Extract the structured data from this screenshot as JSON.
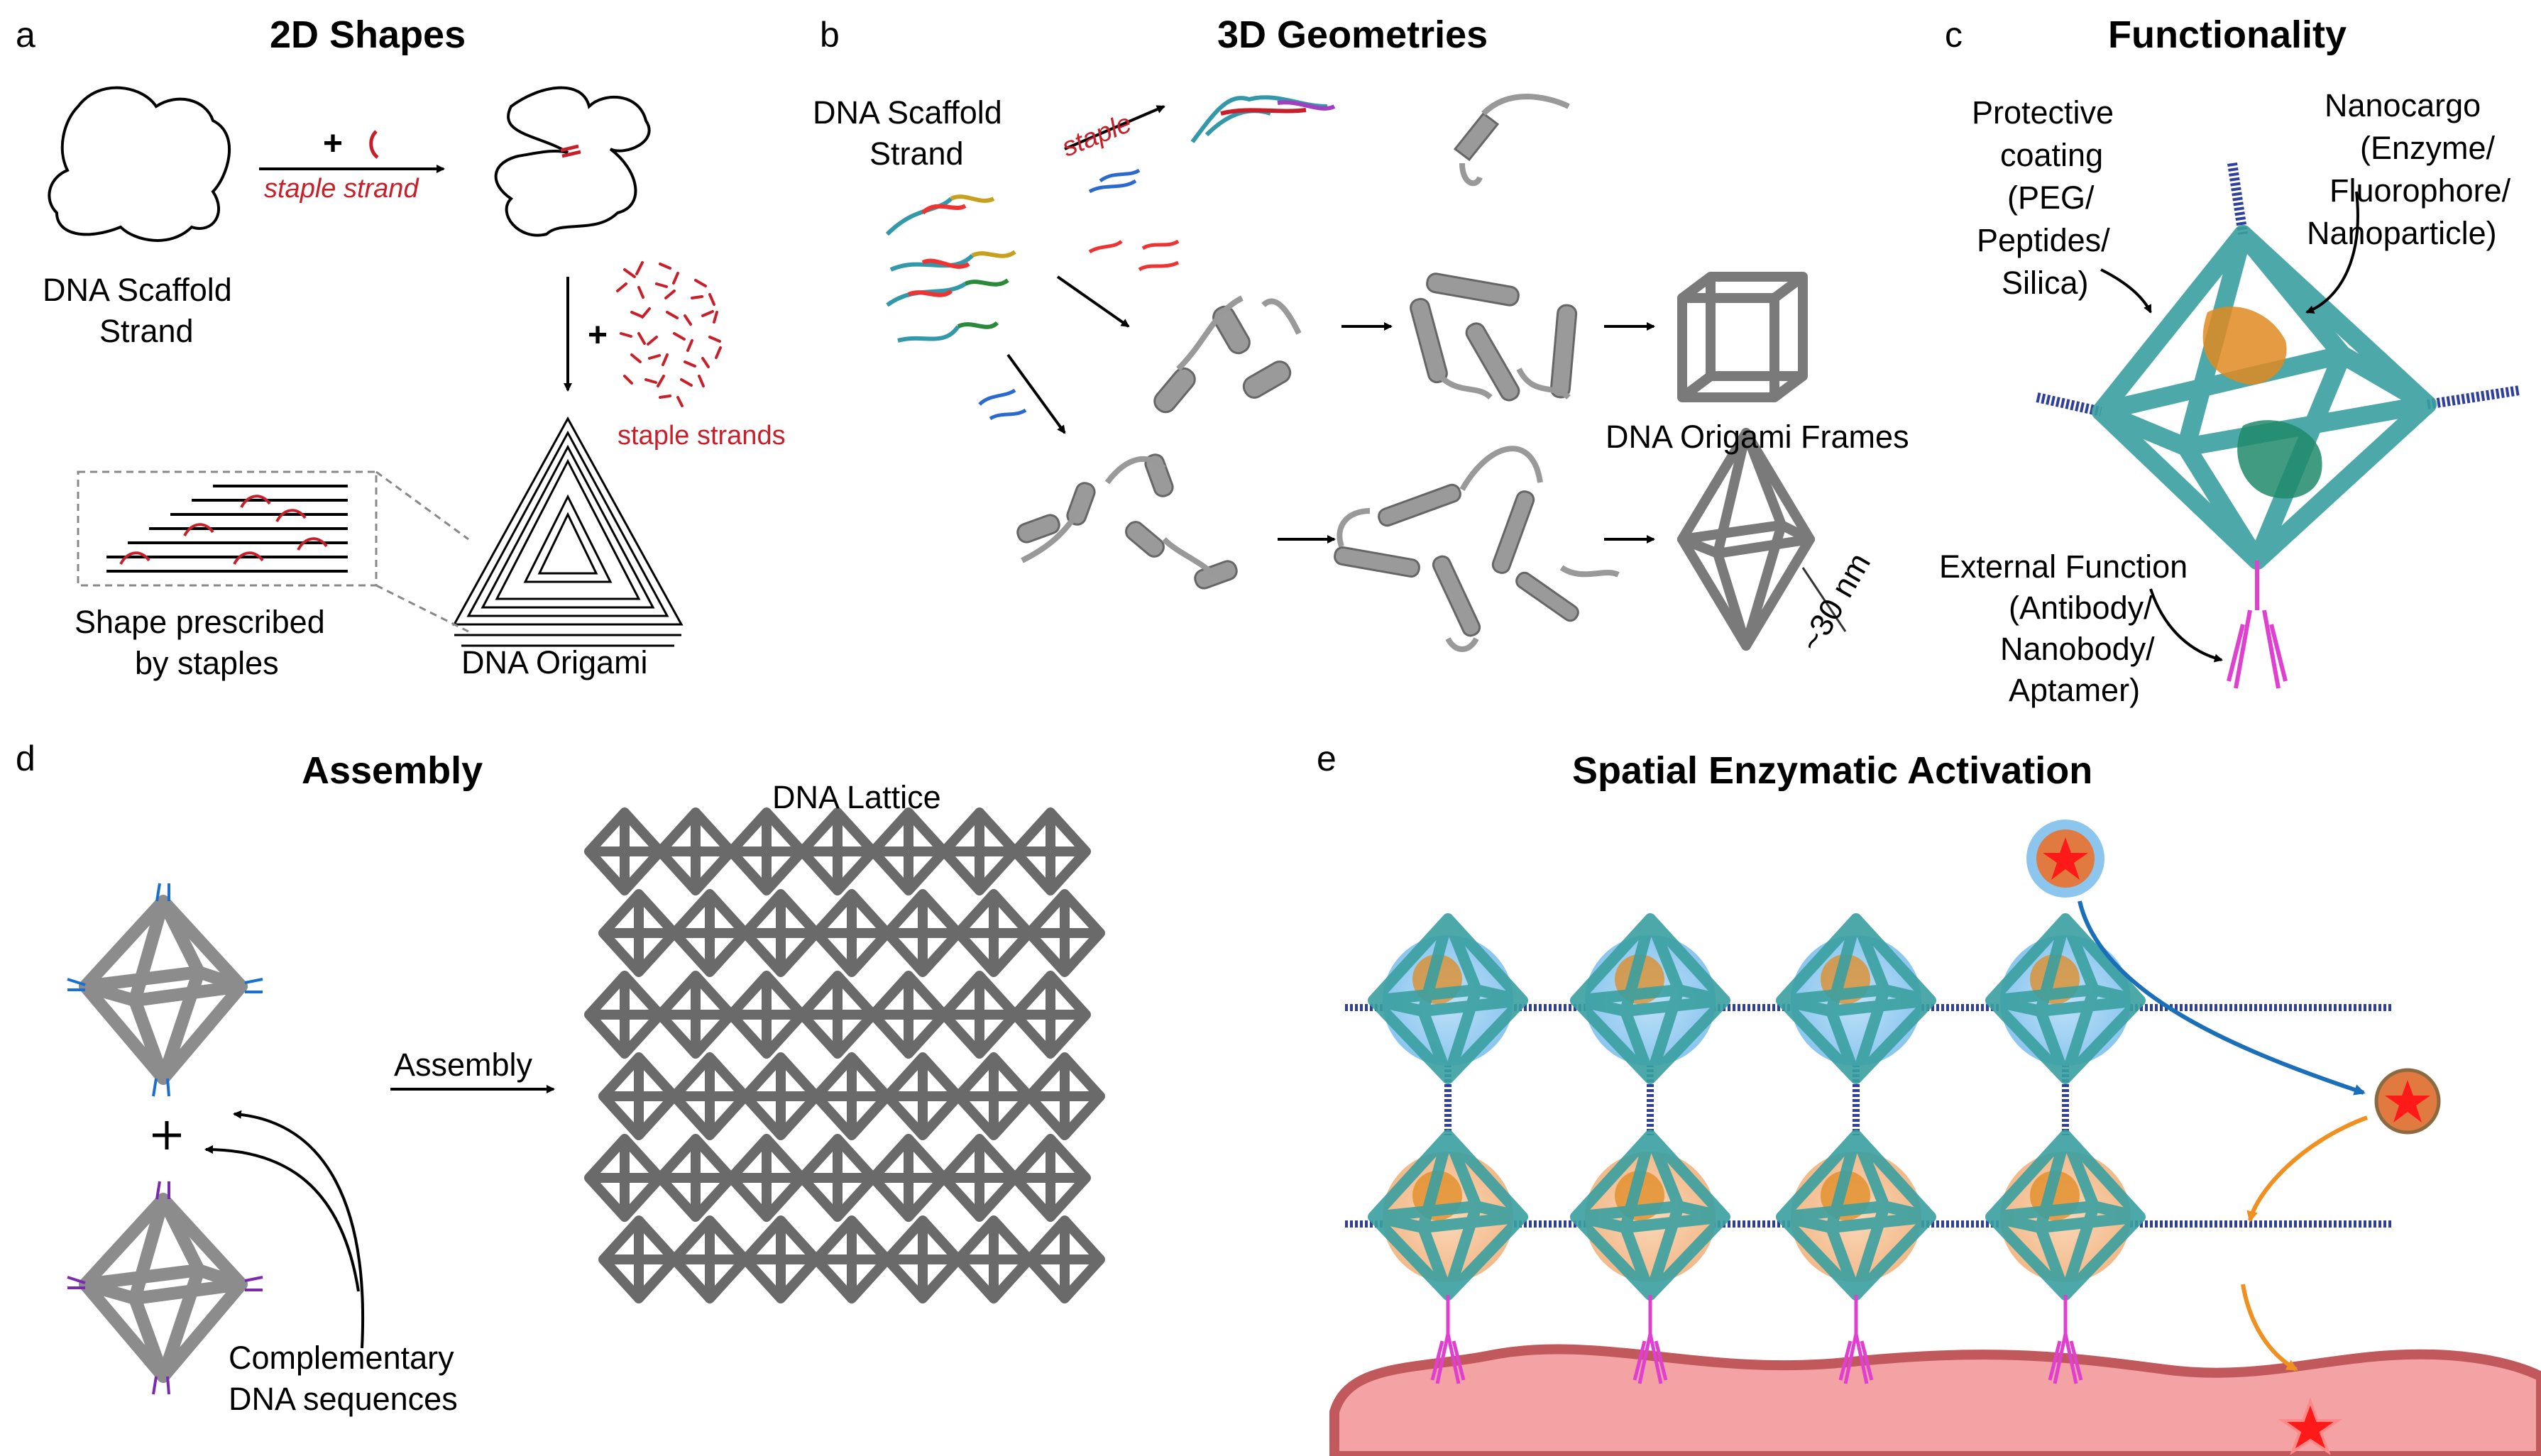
{
  "panels": {
    "a": {
      "letter": "a",
      "title": "2D Shapes",
      "scaffold_label_1": "DNA Scaffold",
      "scaffold_label_2": "Strand",
      "plus_1": "+",
      "staple_strand": "staple strand",
      "plus_2": "+",
      "staple_strands": "staple strands",
      "shape_label_1": "Shape prescribed",
      "shape_label_2": "by staples",
      "origami_label": "DNA Origami"
    },
    "b": {
      "letter": "b",
      "title": "3D Geometries",
      "scaffold_label_1": "DNA Scaffold",
      "scaffold_label_2": "Strand",
      "staple": "staple",
      "frames_label": "DNA Origami Frames",
      "size_label": "~30 nm"
    },
    "c": {
      "letter": "c",
      "title": "Functionality",
      "coating_lines": [
        "Protective",
        "coating",
        "(PEG/",
        "Peptides/",
        "Silica)"
      ],
      "cargo_lines": [
        "Nanocargo",
        "(Enzyme/",
        "Fluorophore/",
        "Nanoparticle)"
      ],
      "external_lines": [
        "External Function",
        "(Antibody/",
        "Nanobody/",
        "Aptamer)"
      ]
    },
    "d": {
      "letter": "d",
      "title": "Assembly",
      "lattice_label": "DNA Lattice",
      "assembly_arrow_label": "Assembly",
      "plus": "+",
      "complementary_1": "Complementary",
      "complementary_2": "DNA sequences"
    },
    "e": {
      "letter": "e",
      "title": "Spatial Enzymatic Activation"
    }
  },
  "colors": {
    "scaffold": "#000000",
    "staple_red": "#c8202a",
    "frame_gray": "#8c8c8c",
    "frame_teal": "#3aa0a0",
    "handle_blue": "#2f3f9a",
    "antibody_pink": "#e040d0",
    "cargo_orange": "#e08a20",
    "cargo_green": "#1e8a6a",
    "bubble_blue": "#9fd0f0",
    "bubble_orange": "#f6c69a",
    "membrane": "#f4a3a5",
    "membrane_edge": "#c0585c",
    "arrow_blue": "#1a6fb8",
    "arrow_orange": "#f09020",
    "star_red": "#ff1a1a",
    "complementary_blue": "#1a6fd0",
    "complementary_purple": "#7a2ab0"
  }
}
